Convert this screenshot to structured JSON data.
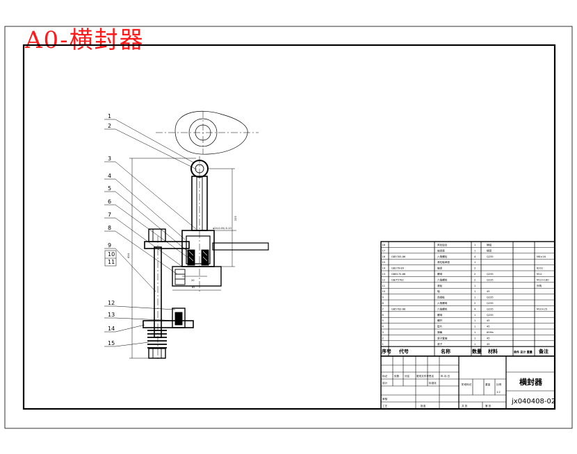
{
  "title": "A0-横封器",
  "part_numbers": [
    "1",
    "2",
    "3",
    "4",
    "5",
    "6",
    "7",
    "8",
    "9",
    "10",
    "11",
    "12",
    "13",
    "14",
    "15"
  ],
  "dimensions": {
    "d1": "φ24-0.05/-0.10",
    "d2": "20",
    "d3": "85",
    "d4": "220",
    "d5": "414"
  },
  "bom": {
    "rows": [
      {
        "no": "18",
        "code": "",
        "name": "风化铝合",
        "qty": "1",
        "material": "铸铝",
        "note": ""
      },
      {
        "no": "17",
        "code": "",
        "name": "轴承座",
        "qty": "1",
        "material": "铸铝",
        "note": ""
      },
      {
        "no": "16",
        "code": "GB5783-86",
        "name": "六角螺栓",
        "qty": "4",
        "material": "Q235",
        "note": "M8×16"
      },
      {
        "no": "15",
        "code": "",
        "name": "滚柱轴承座",
        "qty": "1",
        "material": "",
        "note": ""
      },
      {
        "no": "14",
        "code": "GB276-89",
        "name": "轴承",
        "qty": "2",
        "material": "",
        "note": "6201"
      },
      {
        "no": "13",
        "code": "GB6170-86",
        "name": "螺母",
        "qty": "2",
        "material": "Q235",
        "note": "M12"
      },
      {
        "no": "12",
        "code": "GB/T5782",
        "name": "六角螺栓",
        "qty": "2",
        "material": "Q235",
        "note": "M12×180"
      },
      {
        "no": "11",
        "code": "",
        "name": "滚轮",
        "qty": "1",
        "material": "",
        "note": "外购"
      },
      {
        "no": "10",
        "code": "",
        "name": "轴",
        "qty": "1",
        "material": "45",
        "note": ""
      },
      {
        "no": "9",
        "code": "",
        "name": "连接板",
        "qty": "1",
        "material": "Q235",
        "note": ""
      },
      {
        "no": "8",
        "code": "",
        "name": "六角螺母",
        "qty": "2",
        "material": "Q235",
        "note": ""
      },
      {
        "no": "7",
        "code": "GB5783-86",
        "name": "六角螺栓",
        "qty": "4",
        "material": "Q235",
        "note": "M10×25"
      },
      {
        "no": "6",
        "code": "",
        "name": "螺母",
        "qty": "1",
        "material": "Q235",
        "note": ""
      },
      {
        "no": "5",
        "code": "",
        "name": "螺杆",
        "qty": "1",
        "material": "45",
        "note": ""
      },
      {
        "no": "4",
        "code": "",
        "name": "垫片",
        "qty": "1",
        "material": "45",
        "note": ""
      },
      {
        "no": "3",
        "code": "",
        "name": "弹簧",
        "qty": "1",
        "material": "65Mn",
        "note": ""
      },
      {
        "no": "2",
        "code": "",
        "name": "滚子套轴",
        "qty": "1",
        "material": "45",
        "note": ""
      },
      {
        "no": "1",
        "code": "",
        "name": "滚子",
        "qty": "1",
        "material": "45",
        "note": ""
      }
    ],
    "headers": {
      "no": "序号",
      "code": "代号",
      "name": "名称",
      "qty": "数量",
      "material": "材料",
      "weight": "单件 总计 重量",
      "note": "备注"
    }
  },
  "title_block": {
    "drawing_name": "横封器",
    "drawing_code": "jx040408-02",
    "scale": "1:2",
    "sheet_total": "共 张",
    "sheet_no": "第 张",
    "row_labels": [
      "标记",
      "处数",
      "分区",
      "更改文件号",
      "签名",
      "年.月.日"
    ],
    "design": "设计",
    "check": "审核",
    "craft": "工艺",
    "approve": "批准",
    "standard": "标准化",
    "stage": "阶段标记",
    "weight": "重量",
    "ratio": "比例"
  }
}
